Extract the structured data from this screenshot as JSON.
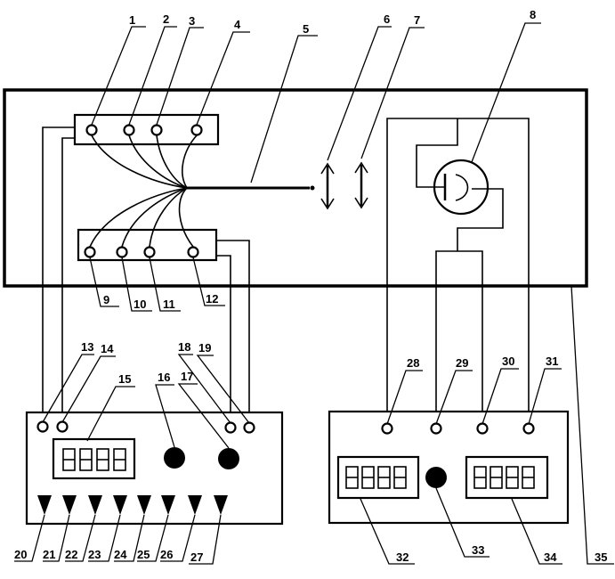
{
  "labels": {
    "n1": "1",
    "n2": "2",
    "n3": "3",
    "n4": "4",
    "n5": "5",
    "n6": "6",
    "n7": "7",
    "n8": "8",
    "n9": "9",
    "n10": "10",
    "n11": "11",
    "n12": "12",
    "n13": "13",
    "n14": "14",
    "n15": "15",
    "n16": "16",
    "n17": "17",
    "n18": "18",
    "n19": "19",
    "n20": "20",
    "n21": "21",
    "n22": "22",
    "n23": "23",
    "n24": "24",
    "n25": "25",
    "n26": "26",
    "n27": "27",
    "n28": "28",
    "n29": "29",
    "n30": "30",
    "n31": "31",
    "n32": "32",
    "n33": "33",
    "n34": "34",
    "n35": "35"
  },
  "colors": {
    "stroke": "#000000",
    "background": "#ffffff"
  }
}
